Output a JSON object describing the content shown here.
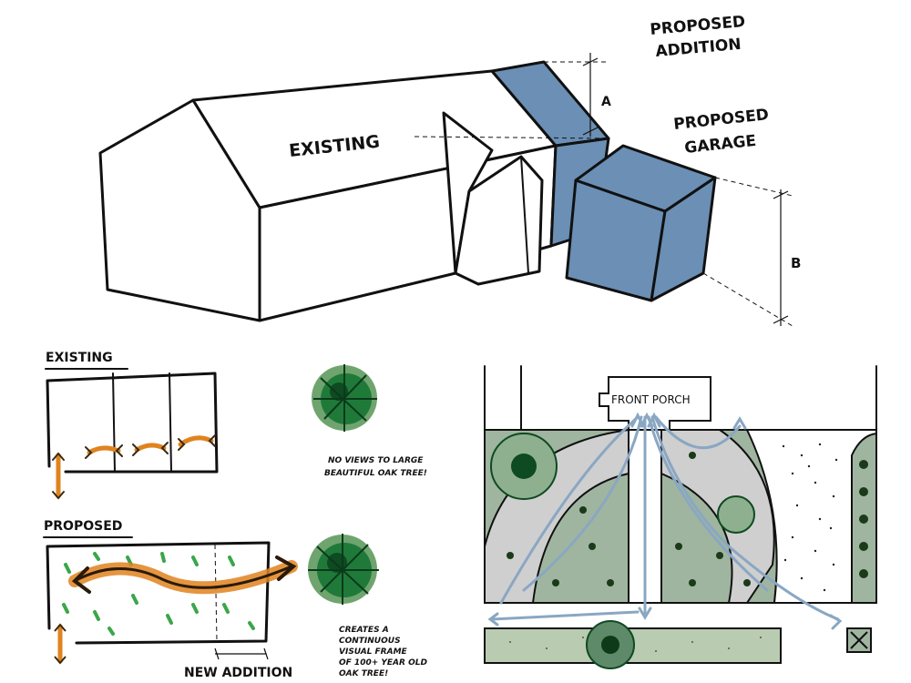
{
  "labels": {
    "proposed_addition_line1": "PROPOSED",
    "proposed_addition_line2": "ADDITION",
    "existing_mass": "EXISTING",
    "proposed_garage_line1": "PROPOSED",
    "proposed_garage_line2": "GARAGE",
    "dim_a": "A",
    "dim_b": "B",
    "existing_diagram": "EXISTING",
    "proposed_diagram": "PROPOSED",
    "note_existing_line1": "NO VIEWS TO LARGE",
    "note_existing_line2": "BEAUTIFUL OAK TREE!",
    "note_proposed_line1": "CREATES A",
    "note_proposed_line2": "CONTINUOUS",
    "note_proposed_line3": "VISUAL FRAME",
    "note_proposed_line4": "OF 100+ YEAR OLD",
    "note_proposed_line5": "OAK TREE!",
    "new_addition": "NEW ADDITION",
    "front_porch": "FRONT PORCH"
  },
  "colors": {
    "proposed_blue": "#6b8fb5",
    "garden_green": "#9fb59f",
    "tree_green": "#1f7a3a",
    "arrow_orange": "#e0831f",
    "flow_blue": "#8aa7c2",
    "paving_gray": "#cfcfcf"
  }
}
